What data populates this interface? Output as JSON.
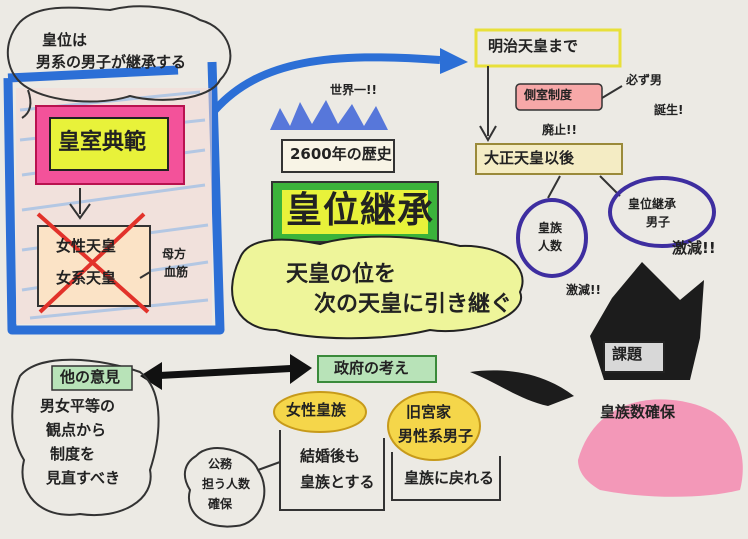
{
  "top_left_note": {
    "line1": "皇位は",
    "line2": "男系の男子が継承する"
  },
  "koshitsu_tenpan": "皇室典範",
  "female_emperor": "女性天皇",
  "female_line_emperor": "女系天皇",
  "maternal_blood": {
    "line1": "母方",
    "line2": "血筋"
  },
  "meiji": "明治天皇まで",
  "sokushitsu": "側室制度",
  "always_male": {
    "line1": "必ず男",
    "line2": "誕生!"
  },
  "abolished": "廃止!!",
  "taisho": "大正天皇以後",
  "imperial_count": {
    "line1": "皇族",
    "line2": "人数"
  },
  "succession_male": {
    "line1": "皇位継承",
    "line2": "男子"
  },
  "sharp_decline_1": "激減!!",
  "sharp_decline_2": "激減!!",
  "world": "世界一!!",
  "history": "2600年の歴史",
  "main_title": "皇位継承",
  "definition": {
    "line1": "天皇の位を",
    "line2": "次の天皇に引き継ぐ"
  },
  "issue_box": "課題",
  "ensure_count": "皇族数確保",
  "other_opinions": "他の意見",
  "gender_equality": {
    "line1": "男女平等の",
    "line2": "観点から",
    "line3": "制度を",
    "line4": "見直すべき"
  },
  "government": "政府の考え",
  "female_royals": "女性皇族",
  "remain_after_marriage": {
    "line1": "結婚後も",
    "line2": "皇族とする"
  },
  "old_miyake": {
    "line1": "旧宮家",
    "line2": "男性系男子"
  },
  "return_to_royals": "皇族に戻れる",
  "public_duties": {
    "line1": "公務",
    "line2": "担う人数",
    "line3": "確保"
  },
  "colors": {
    "blue": "#2c6fd6",
    "pink": "#f3529a",
    "yellow": "#e8f23a",
    "purple": "#3e2ea0",
    "red": "#e2322a",
    "gold": "#d8b732"
  }
}
